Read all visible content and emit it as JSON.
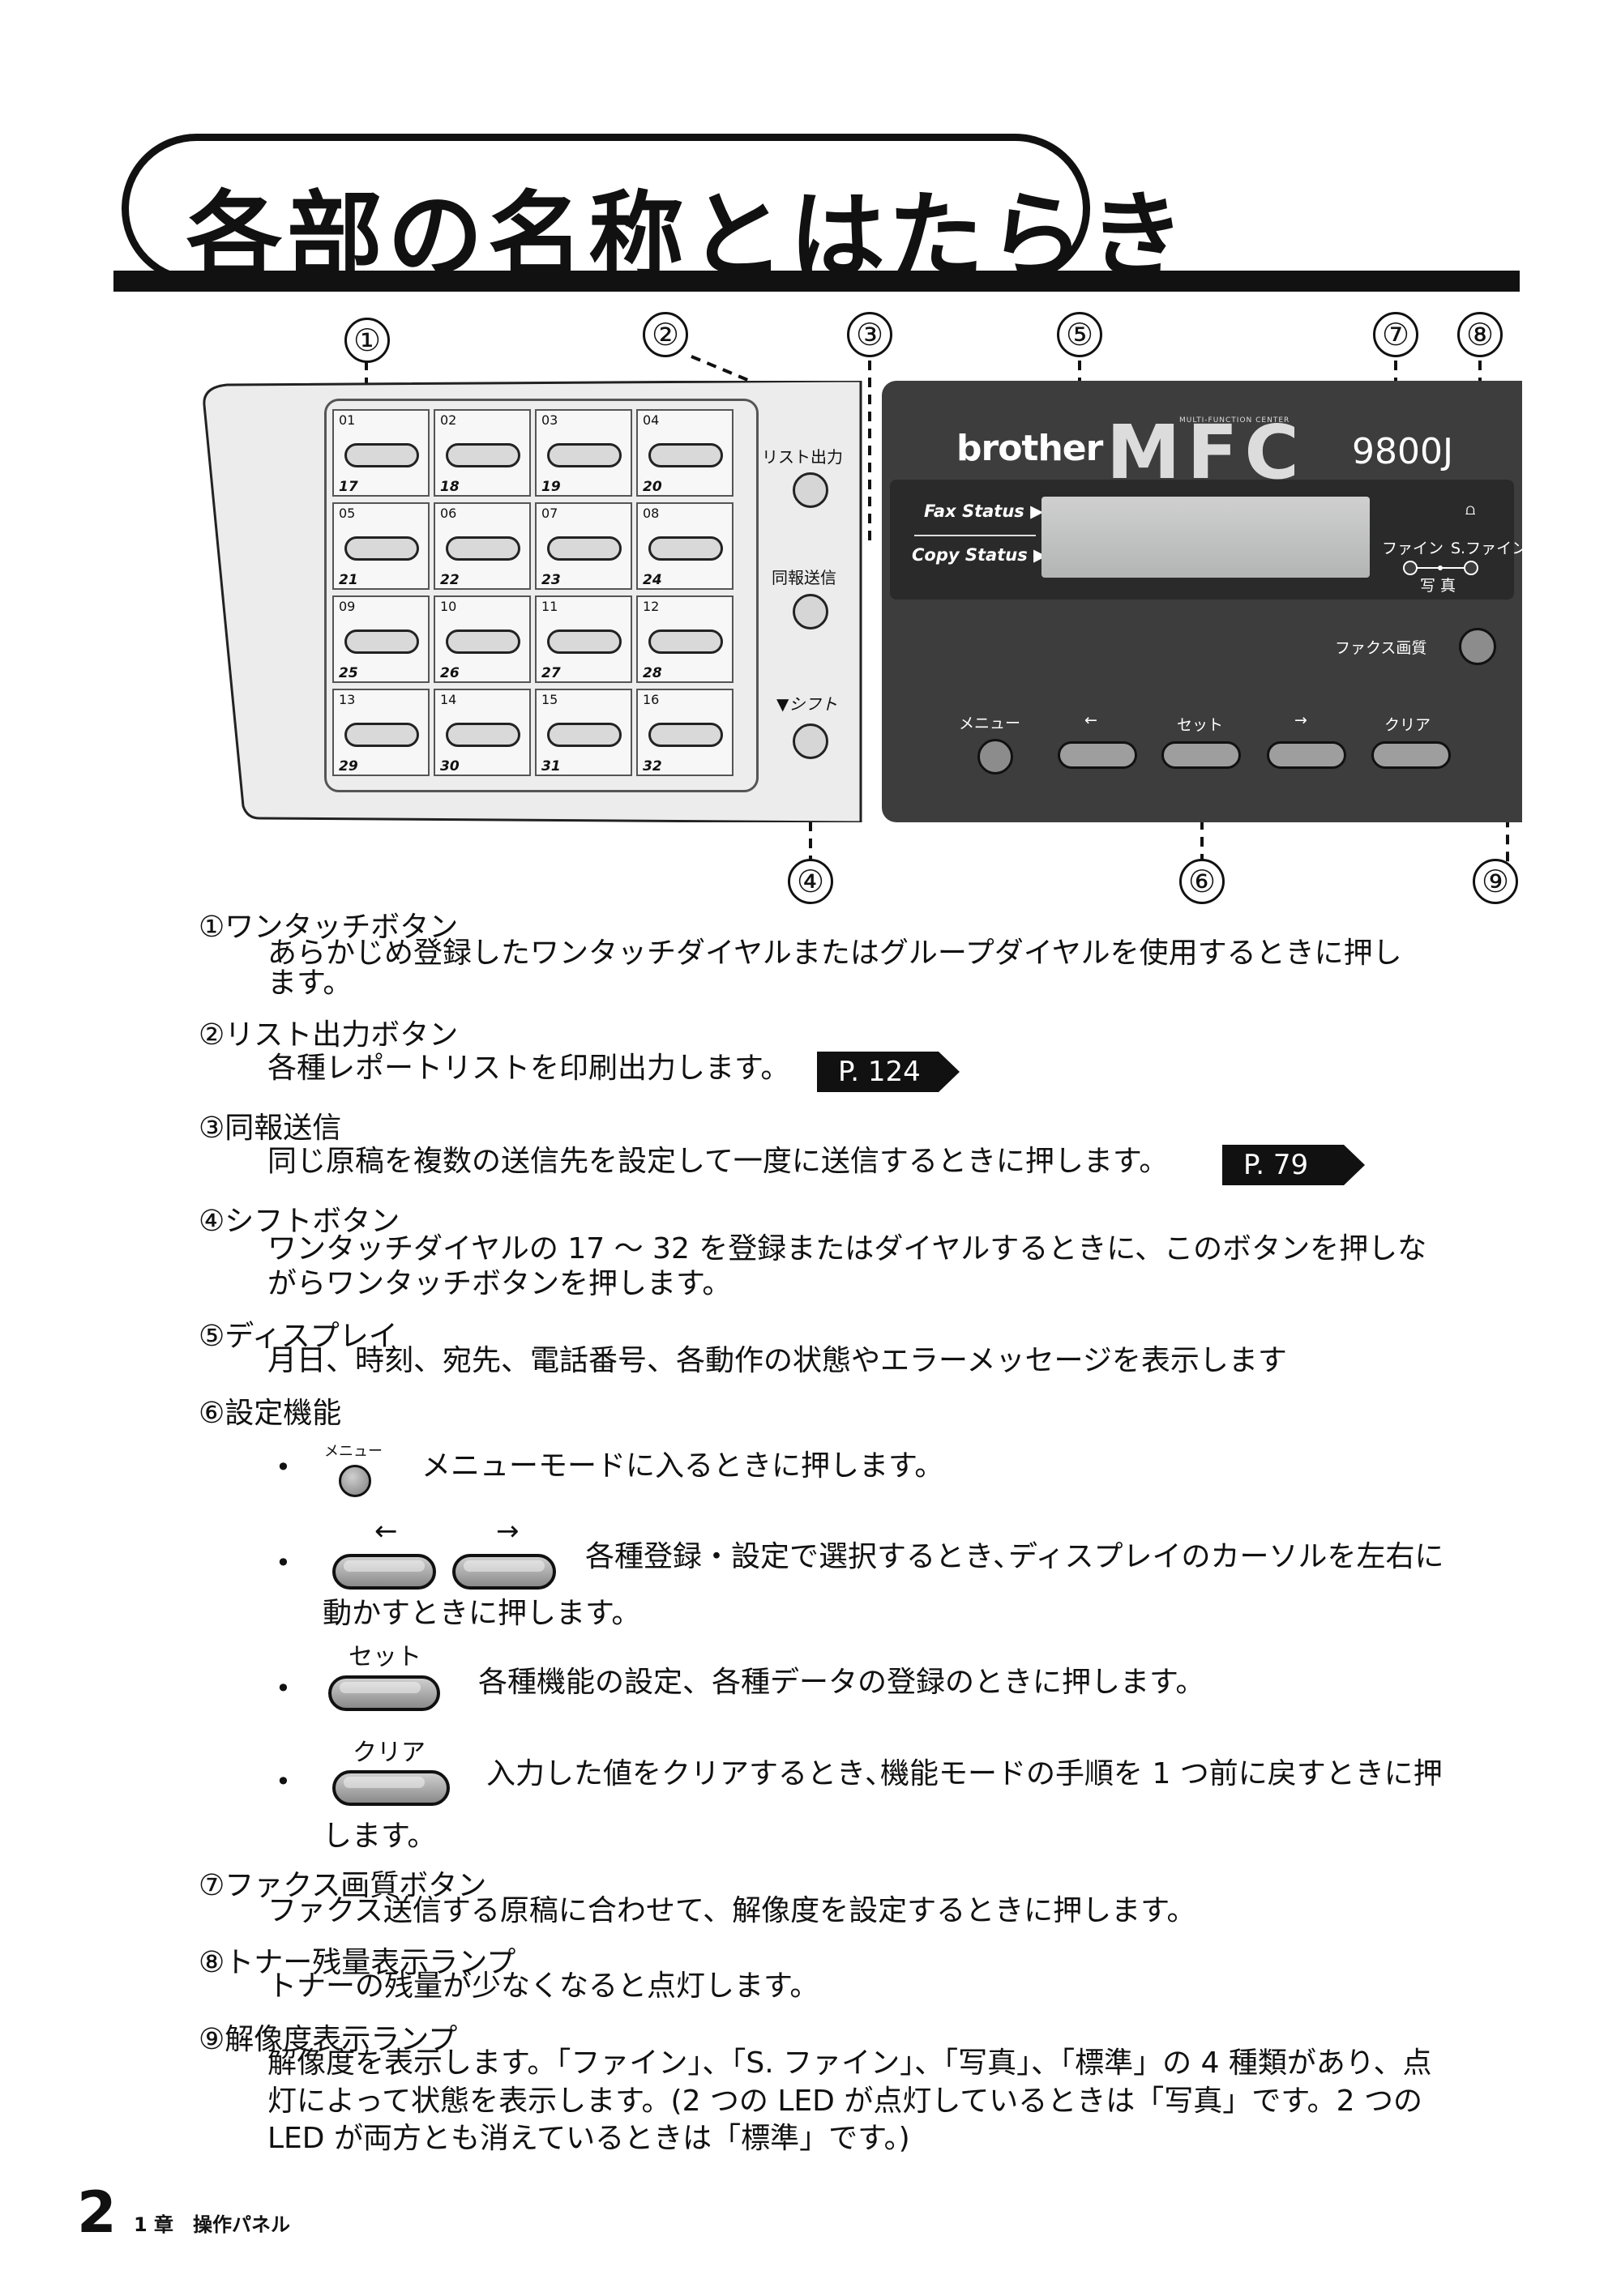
{
  "title": "各部の名称とはたらき",
  "callouts": [
    "①",
    "②",
    "③",
    "⑤",
    "⑦",
    "⑧",
    "④",
    "⑥",
    "⑨"
  ],
  "panel": {
    "onetouch": [
      {
        "top": "01",
        "bottom": "17"
      },
      {
        "top": "02",
        "bottom": "18"
      },
      {
        "top": "03",
        "bottom": "19"
      },
      {
        "top": "04",
        "bottom": "20"
      },
      {
        "top": "05",
        "bottom": "21"
      },
      {
        "top": "06",
        "bottom": "22"
      },
      {
        "top": "07",
        "bottom": "23"
      },
      {
        "top": "08",
        "bottom": "24"
      },
      {
        "top": "09",
        "bottom": "25"
      },
      {
        "top": "10",
        "bottom": "26"
      },
      {
        "top": "11",
        "bottom": "27"
      },
      {
        "top": "12",
        "bottom": "28"
      },
      {
        "top": "13",
        "bottom": "29"
      },
      {
        "top": "14",
        "bottom": "30"
      },
      {
        "top": "15",
        "bottom": "31"
      },
      {
        "top": "16",
        "bottom": "32"
      }
    ],
    "list_output": "リスト出力",
    "broadcast": "同報送信",
    "shift": "▼シフト",
    "brand": "brother",
    "mfc_small": "MULTI-FUNCTION CENTER",
    "mfc": "MFC",
    "model": "9800J",
    "fax_status": "Fax Status ▶",
    "copy_status": "Copy Status ▶",
    "fine": "ファイン",
    "sfine": "S.ファイン",
    "photo": "写 真",
    "fax_quality": "ファクス画質",
    "menu": "メニュー",
    "left": "←",
    "set": "セット",
    "right": "→",
    "clear": "クリア"
  },
  "items": {
    "i1_head": "①ワンタッチボタン",
    "i1_l1": "あらかじめ登録したワンタッチダイヤルまたはグループダイヤルを使用するときに押し",
    "i1_l2": "ます。",
    "i2_head": "②リスト出力ボタン",
    "i2_l1": "各種レポートリストを印刷出力します。",
    "i2_ref": "P. 124",
    "i3_head": "③同報送信",
    "i3_l1": "同じ原稿を複数の送信先を設定して一度に送信するときに押します。",
    "i3_ref": "P. 79",
    "i4_head": "④シフトボタン",
    "i4_l1": "ワンタッチダイヤルの 17 ～ 32 を登録またはダイヤルするときに、このボタンを押しな",
    "i4_l2": "がらワンタッチボタンを押します。",
    "i5_head": "⑤ディスプレイ",
    "i5_l1": "月日、時刻、宛先、電話番号、各動作の状態やエラーメッセージを表示します",
    "i6_head": "⑥設定機能",
    "menu_small": "メニュー",
    "menu_desc": "メニューモードに入るときに押します。",
    "arrow_left": "←",
    "arrow_right": "→",
    "arrow_desc_l1": "各種登録・設定で選択するとき､ディスプレイのカーソルを左右に",
    "arrow_desc_l2": "動かすときに押します。",
    "set_label": "セット",
    "set_desc": "各種機能の設定、各種データの登録のときに押します。",
    "clear_label": "クリア",
    "clear_desc_l1": "入力した値をクリアするとき､機能モードの手順を 1 つ前に戻すときに押",
    "clear_desc_l2": "します。",
    "bullet": "•",
    "i7_head": "⑦ファクス画質ボタン",
    "i7_l1": "ファクス送信する原稿に合わせて、解像度を設定するときに押します。",
    "i8_head": "⑧トナー残量表示ランプ",
    "i8_l1": "トナーの残量が少なくなると点灯します。",
    "i9_head": "⑨解像度表示ランプ",
    "i9_l1": "解像度を表示します。「ファイン」、「S. ファイン」、「写真」、「標準」の 4 種類があり、点",
    "i9_l2": "灯によって状態を表示します。(2 つの LED が点灯しているときは「写真」です。2 つの",
    "i9_l3": "LED が両方とも消えているときは「標準」です。)"
  },
  "footer": {
    "page": "2",
    "chapter": "1 章　操作パネル"
  }
}
